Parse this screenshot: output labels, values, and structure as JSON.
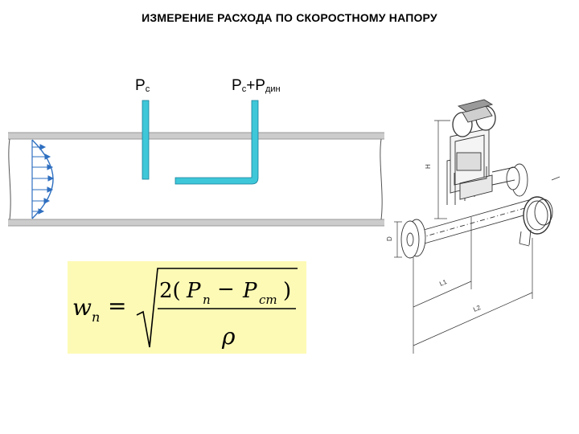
{
  "title": "ИЗМЕРЕНИЕ РАСХОДА ПО СКОРОСТНОМУ НАПОРУ",
  "labels": {
    "static_pressure": {
      "main": "P",
      "sub": "c"
    },
    "total_pressure": {
      "main1": "P",
      "sub1": "c",
      "plus": "+",
      "main2": "P",
      "sub2": "дин"
    }
  },
  "formula": {
    "lhs_var": "w",
    "lhs_sub": "n",
    "equals": "=",
    "num_coef": "2(",
    "num_p1": "P",
    "num_p1_sub": "n",
    "minus": "−",
    "num_p2": "P",
    "num_p2_sub": "cm",
    "num_close": ")",
    "den": "ρ"
  },
  "drawing_labels": {
    "h": "H",
    "l1": "L1",
    "l2": "L2",
    "d": "D"
  },
  "colors": {
    "tube": "#3ec7d8",
    "tube_outline": "#1a7f9a",
    "arrow": "#2e6fc0",
    "pipe_wall": "#c8c8c8",
    "formula_bg": "#fdfab5"
  }
}
